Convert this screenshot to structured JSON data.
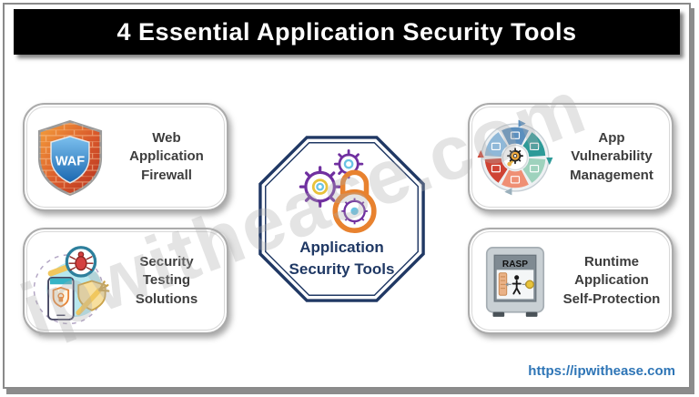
{
  "header": {
    "title": "4 Essential Application Security Tools"
  },
  "cards": [
    {
      "id": "waf",
      "label": "Web Application\nFirewall",
      "icon": "waf-shield-icon",
      "icon_text": "WAF"
    },
    {
      "id": "testing",
      "label": "Security Testing\nSolutions",
      "icon": "security-testing-magnifier-icon"
    },
    {
      "id": "avm",
      "label": "App Vulnerability\nManagement",
      "icon": "vulnerability-wheel-icon"
    },
    {
      "id": "rasp",
      "label": "Runtime Application\nSelf-Protection",
      "icon": "rasp-safe-icon",
      "icon_text": "RASP"
    }
  ],
  "center": {
    "label": "Application\nSecurity Tools",
    "icon": "gears-padlock-icon"
  },
  "watermark": {
    "text": "ipwithease.com"
  },
  "footer": {
    "link": "https://ipwithease.com"
  },
  "colors": {
    "banner_bg": "#000000",
    "banner_text": "#ffffff",
    "card_border": "#ababab",
    "label_text": "#3d3d3d",
    "octagon_border": "#203864",
    "center_text": "#1f3864",
    "link": "#2e75b6",
    "watermark": "#acacac",
    "waf_brick_orange": "#e06a2b",
    "waf_shield_blue": "#2a77c0",
    "gear_purple": "#7030a0",
    "lock_orange": "#e8822f",
    "wheel_segments": [
      "#5b8fbe",
      "#2d9a98",
      "#9ed2bd",
      "#ef8f74",
      "#cf4334",
      "#8fb8d8"
    ]
  }
}
